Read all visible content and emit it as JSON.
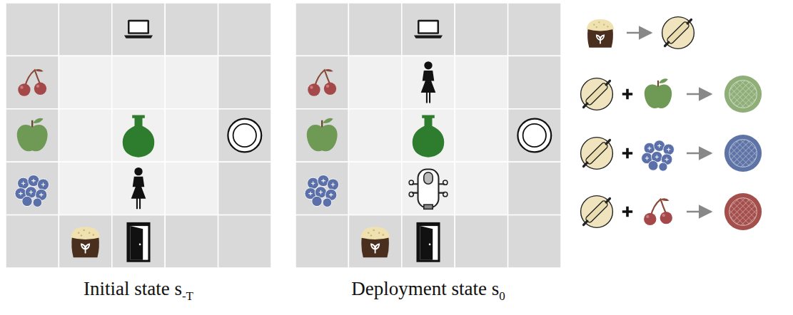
{
  "diagram": {
    "labels": [
      "Initial state s",
      "-T",
      "Deployment state s",
      "0"
    ]
  }
}
